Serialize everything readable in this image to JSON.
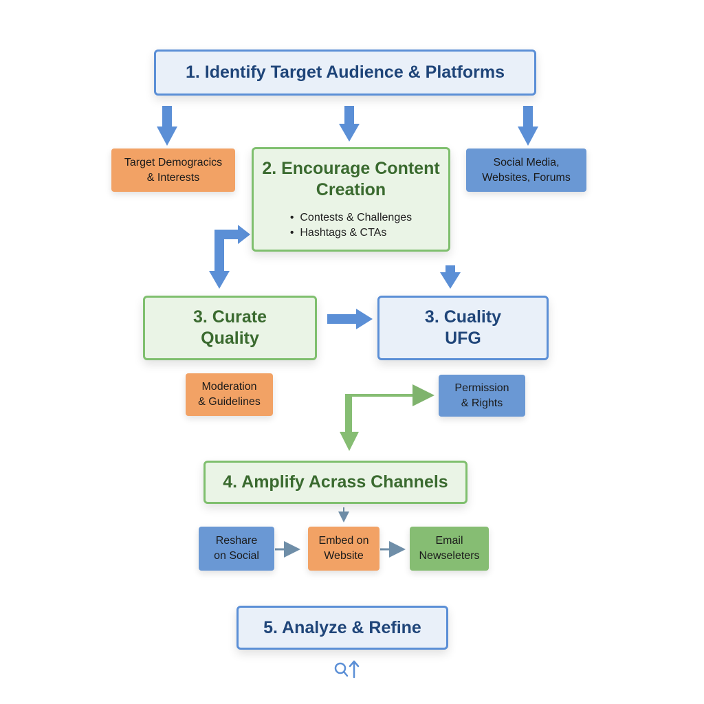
{
  "step1": {
    "title": "1. Identify Target Audience & Platforms"
  },
  "demographics": {
    "line1": "Target Demogrаcics",
    "line2": "& Interests"
  },
  "platforms": {
    "line1": "Social Media,",
    "line2": "Websites, Forums"
  },
  "step2": {
    "title_line1": "2. Encourage Content",
    "title_line2": "Creation",
    "bullets": [
      "Contests & Challenges",
      "Hashtags & CTAs"
    ]
  },
  "step3_curate": {
    "line1": "3. Curate",
    "line2": "Quality"
  },
  "step3_quality": {
    "line1": "3. Cuality",
    "line2": "UFG"
  },
  "moderation": {
    "line1": "Moderation",
    "line2": "& Guidelines"
  },
  "permission": {
    "line1": "Permission",
    "line2": "& Rights"
  },
  "step4": {
    "title": "4. Amplify Acrass Channels"
  },
  "reshare": {
    "line1": "Reshare",
    "line2": "on Social"
  },
  "embed": {
    "line1": "Embed on",
    "line2": "Website"
  },
  "email": {
    "line1": "Email",
    "line2": "Newseleters"
  },
  "step5": {
    "title": "5. Analyze & Refine"
  },
  "footer_icon": "search-trend-icon",
  "colors": {
    "blue_border": "#5b8fd6",
    "green_border": "#7fbf6e",
    "orange": "#f2a265",
    "blue": "#6a98d4",
    "green": "#86bd73",
    "arrow_blue": "#5b8fd6",
    "arrow_green": "#86bd73"
  }
}
